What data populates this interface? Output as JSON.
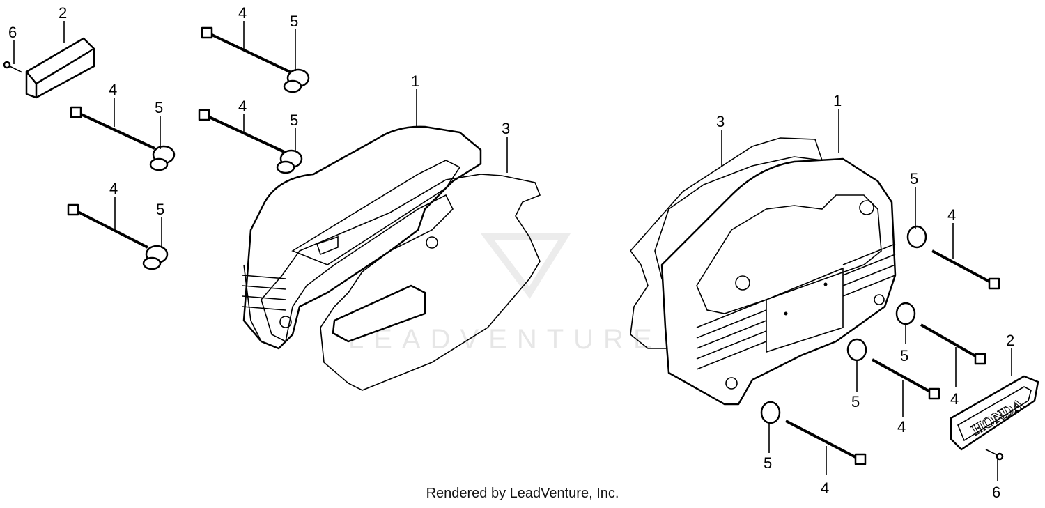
{
  "callouts": {
    "l_6": "6",
    "l_2": "2",
    "l_4a": "4",
    "l_5a": "5",
    "l_4b": "4",
    "l_5b": "5",
    "l_4c": "4",
    "l_5c": "5",
    "l_4d": "4",
    "l_5d": "5",
    "l_1": "1",
    "l_3": "3",
    "r_3": "3",
    "r_1": "1",
    "r_5a": "5",
    "r_4a": "4",
    "r_5b": "5",
    "r_4b": "4",
    "r_5c": "5",
    "r_4c": "4",
    "r_5d": "5",
    "r_4d": "4",
    "r_2": "2",
    "r_6": "6"
  },
  "nameplate_text": "HONDA",
  "watermark": "LEADVENTURE",
  "credit": "Rendered by LeadVenture, Inc."
}
